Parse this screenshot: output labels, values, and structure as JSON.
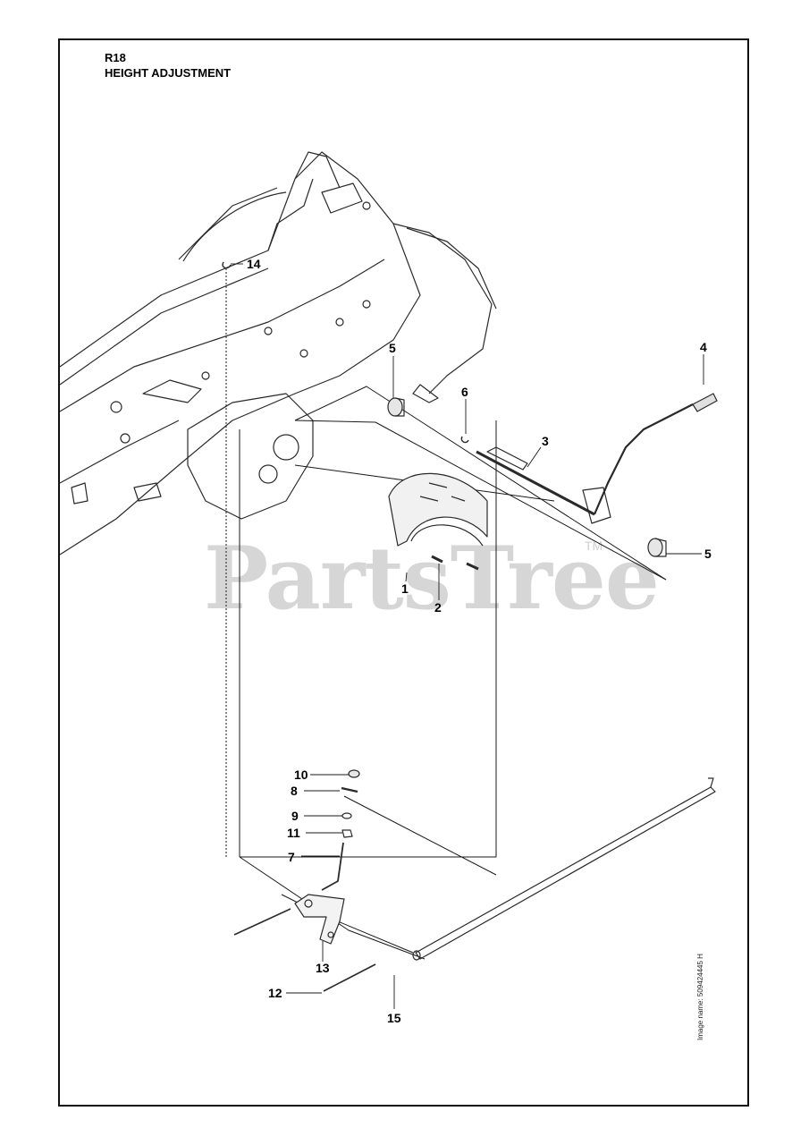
{
  "header": {
    "code": "R18",
    "title": "HEIGHT ADJUSTMENT"
  },
  "watermark": {
    "text": "PartsTree",
    "tm": "TM"
  },
  "image_name": "Image name: 509424445 H",
  "callouts": {
    "c1": "1",
    "c2": "2",
    "c3": "3",
    "c4": "4",
    "c5a": "5",
    "c5b": "5",
    "c6": "6",
    "c7": "7",
    "c8": "8",
    "c9": "9",
    "c10": "10",
    "c11": "11",
    "c12": "12",
    "c13": "13",
    "c14": "14",
    "c15": "15"
  },
  "colors": {
    "line": "#1a1a1a",
    "frame_gray": "#3a3a3a"
  }
}
